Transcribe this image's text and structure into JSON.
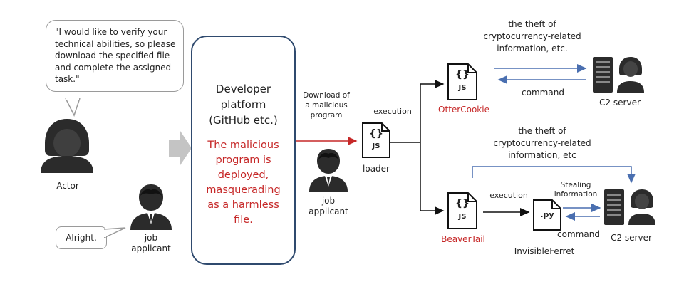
{
  "actor_bubble": {
    "text": "\"I would like to verify your technical abilities, so please download the specified file and complete the assigned task.\""
  },
  "actor_label": "Actor",
  "reply_bubble": {
    "text": "Alright."
  },
  "job_applicant_left": "job\napplicant",
  "platform": {
    "title": "Developer\nplatform\n(GitHub etc.)",
    "malicious_text": "The malicious\nprogram is\ndeployed,\nmasquerading\nas a harmless\nfile."
  },
  "download_label": "Download of\na malicious\nprogram",
  "job_applicant_mid": "job\napplicant",
  "execution_label_1": "execution",
  "loader": {
    "icon_text": "{}",
    "ext": "JS",
    "label": "loader"
  },
  "ottercookie": {
    "icon_text": "{}",
    "ext": "JS",
    "label": "OtterCookie"
  },
  "beavertail": {
    "icon_text": "{}",
    "ext": "JS",
    "label": "BeaverTail"
  },
  "invisibleferret": {
    "icon_text": ".py",
    "label": "InvisibleFerret"
  },
  "theft_top": "the theft of\ncryptocurrency-related\ninformation, etc.",
  "command_top": "command",
  "c2_top": "C2 server",
  "theft_bottom": "the theft of\ncryptocurrency-related\ninformation, etc",
  "execution_label_2": "execution",
  "stealing_label": "Stealing\ninformation",
  "command_bottom": "command",
  "c2_bottom": "C2 server",
  "colors": {
    "accent_red": "#c62828",
    "arrow_blue": "#4a6fb0",
    "platform_border": "#2f4a6e"
  }
}
